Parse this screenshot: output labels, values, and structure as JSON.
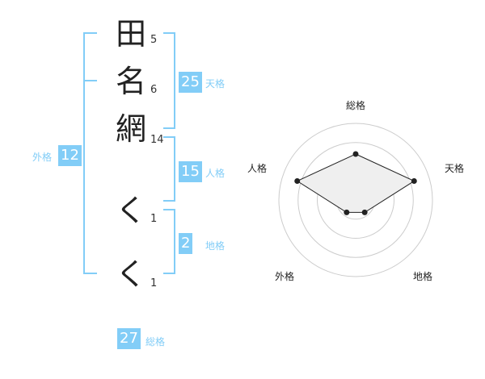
{
  "name_chars": [
    {
      "char": "田",
      "strokes": "5"
    },
    {
      "char": "名",
      "strokes": "6"
    },
    {
      "char": "網",
      "strokes": "14"
    },
    {
      "char": "く",
      "strokes": "1"
    },
    {
      "char": "く",
      "strokes": "1"
    }
  ],
  "fortune": {
    "tenkaku": {
      "value": "25",
      "label": "天格"
    },
    "jinkaku": {
      "value": "15",
      "label": "人格"
    },
    "chikaku": {
      "value": "2",
      "label": "地格"
    },
    "gaikaku": {
      "value": "12",
      "label": "外格"
    },
    "soukaku": {
      "value": "27",
      "label": "総格"
    }
  },
  "colors": {
    "accent": "#82cdf7",
    "text": "#222222"
  },
  "chart_data": {
    "type": "radar",
    "axes": [
      "総格",
      "天格",
      "地格",
      "外格",
      "人格"
    ],
    "values": [
      3,
      4,
      1,
      1,
      4
    ],
    "rmax": 5,
    "rings": 4,
    "grid": true
  }
}
